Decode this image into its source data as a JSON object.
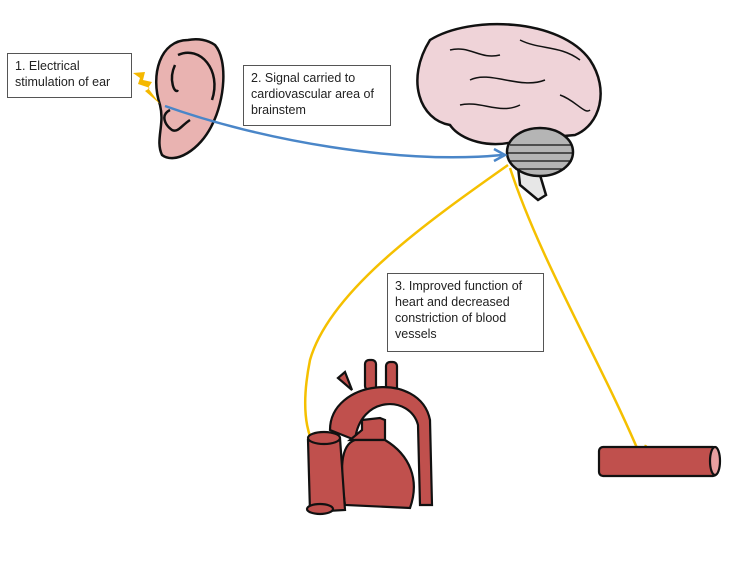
{
  "labels": {
    "step1": "1. Electrical stimulation of ear",
    "step2": "2. Signal carried to cardiovascular area of brainstem",
    "step3": "3. Improved function of heart and decreased constriction of blood vessels"
  },
  "colors": {
    "ear": "#e9b3b1",
    "brain": "#efd3d8",
    "cerebellum": "#b5b5b5",
    "heart": "#c0504d",
    "signal_arrow": "#4a86c8",
    "effect_arrow": "#f5c000",
    "lightning": "#f5b800"
  }
}
